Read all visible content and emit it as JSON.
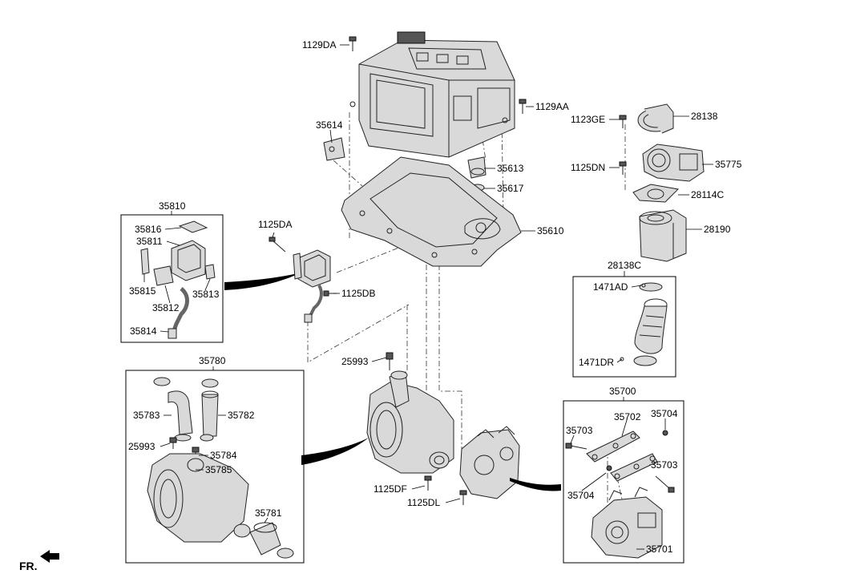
{
  "labels": {
    "l_1129DA": "1129DA",
    "l_1129AA": "1129AA",
    "l_35614": "35614",
    "l_1123GE": "1123GE",
    "l_28138": "28138",
    "l_35613": "35613",
    "l_1125DN": "1125DN",
    "l_35775": "35775",
    "l_35617": "35617",
    "l_28114C": "28114C",
    "l_35810": "35810",
    "l_1125DA": "1125DA",
    "l_35610": "35610",
    "l_28190": "28190",
    "l_35816": "35816",
    "l_35811": "35811",
    "l_28138C": "28138C",
    "l_35815": "35815",
    "l_35813": "35813",
    "l_1125DB": "1125DB",
    "l_1471AD": "1471AD",
    "l_35812": "35812",
    "l_35814": "35814",
    "l_25993a": "25993",
    "l_1471DR": "1471DR",
    "l_35780": "35780",
    "l_35700": "35700",
    "l_35783": "35783",
    "l_35782": "35782",
    "l_35703a": "35703",
    "l_35702": "35702",
    "l_35704a": "35704",
    "l_25993b": "25993",
    "l_35784": "35784",
    "l_35785": "35785",
    "l_35703b": "35703",
    "l_1125DF": "1125DF",
    "l_35704b": "35704",
    "l_1125DL": "1125DL",
    "l_35781": "35781",
    "l_35701": "35701",
    "l_FR": "FR."
  }
}
